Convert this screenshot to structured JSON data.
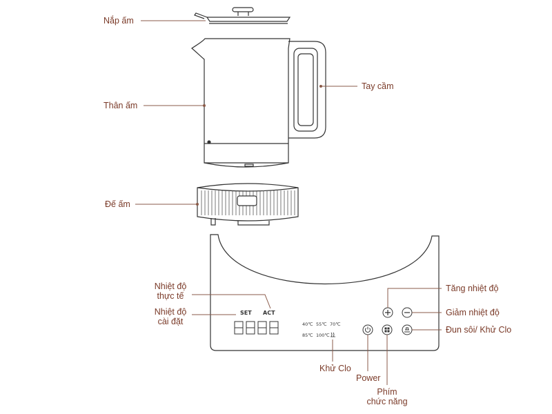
{
  "colors": {
    "label": "#7a3a28",
    "line": "#8a5a48",
    "drawing": "#333333"
  },
  "parts": {
    "lid": "Nắp ấm",
    "body": "Thân ấm",
    "handle": "Tay cầm",
    "base": "Đế ấm"
  },
  "panel_callouts": {
    "actual_temp": [
      "Nhiệt độ",
      "thực tế"
    ],
    "set_temp": [
      "Nhiệt độ",
      "cài đặt"
    ],
    "increase": "Tăng nhiệt độ",
    "decrease": "Giảm nhiệt độ",
    "boil": "Đun sôi/ Khử Clo",
    "dechlorine": "Khử Clo",
    "power": "Power",
    "function_key": [
      "Phím",
      "chức năng"
    ]
  },
  "panel": {
    "set_label": "SET",
    "act_label": "ACT",
    "display_digits": "8888",
    "temps_row1": [
      "40℃",
      "55℃",
      "70℃"
    ],
    "temps_row2": [
      "85℃",
      "100℃"
    ]
  }
}
